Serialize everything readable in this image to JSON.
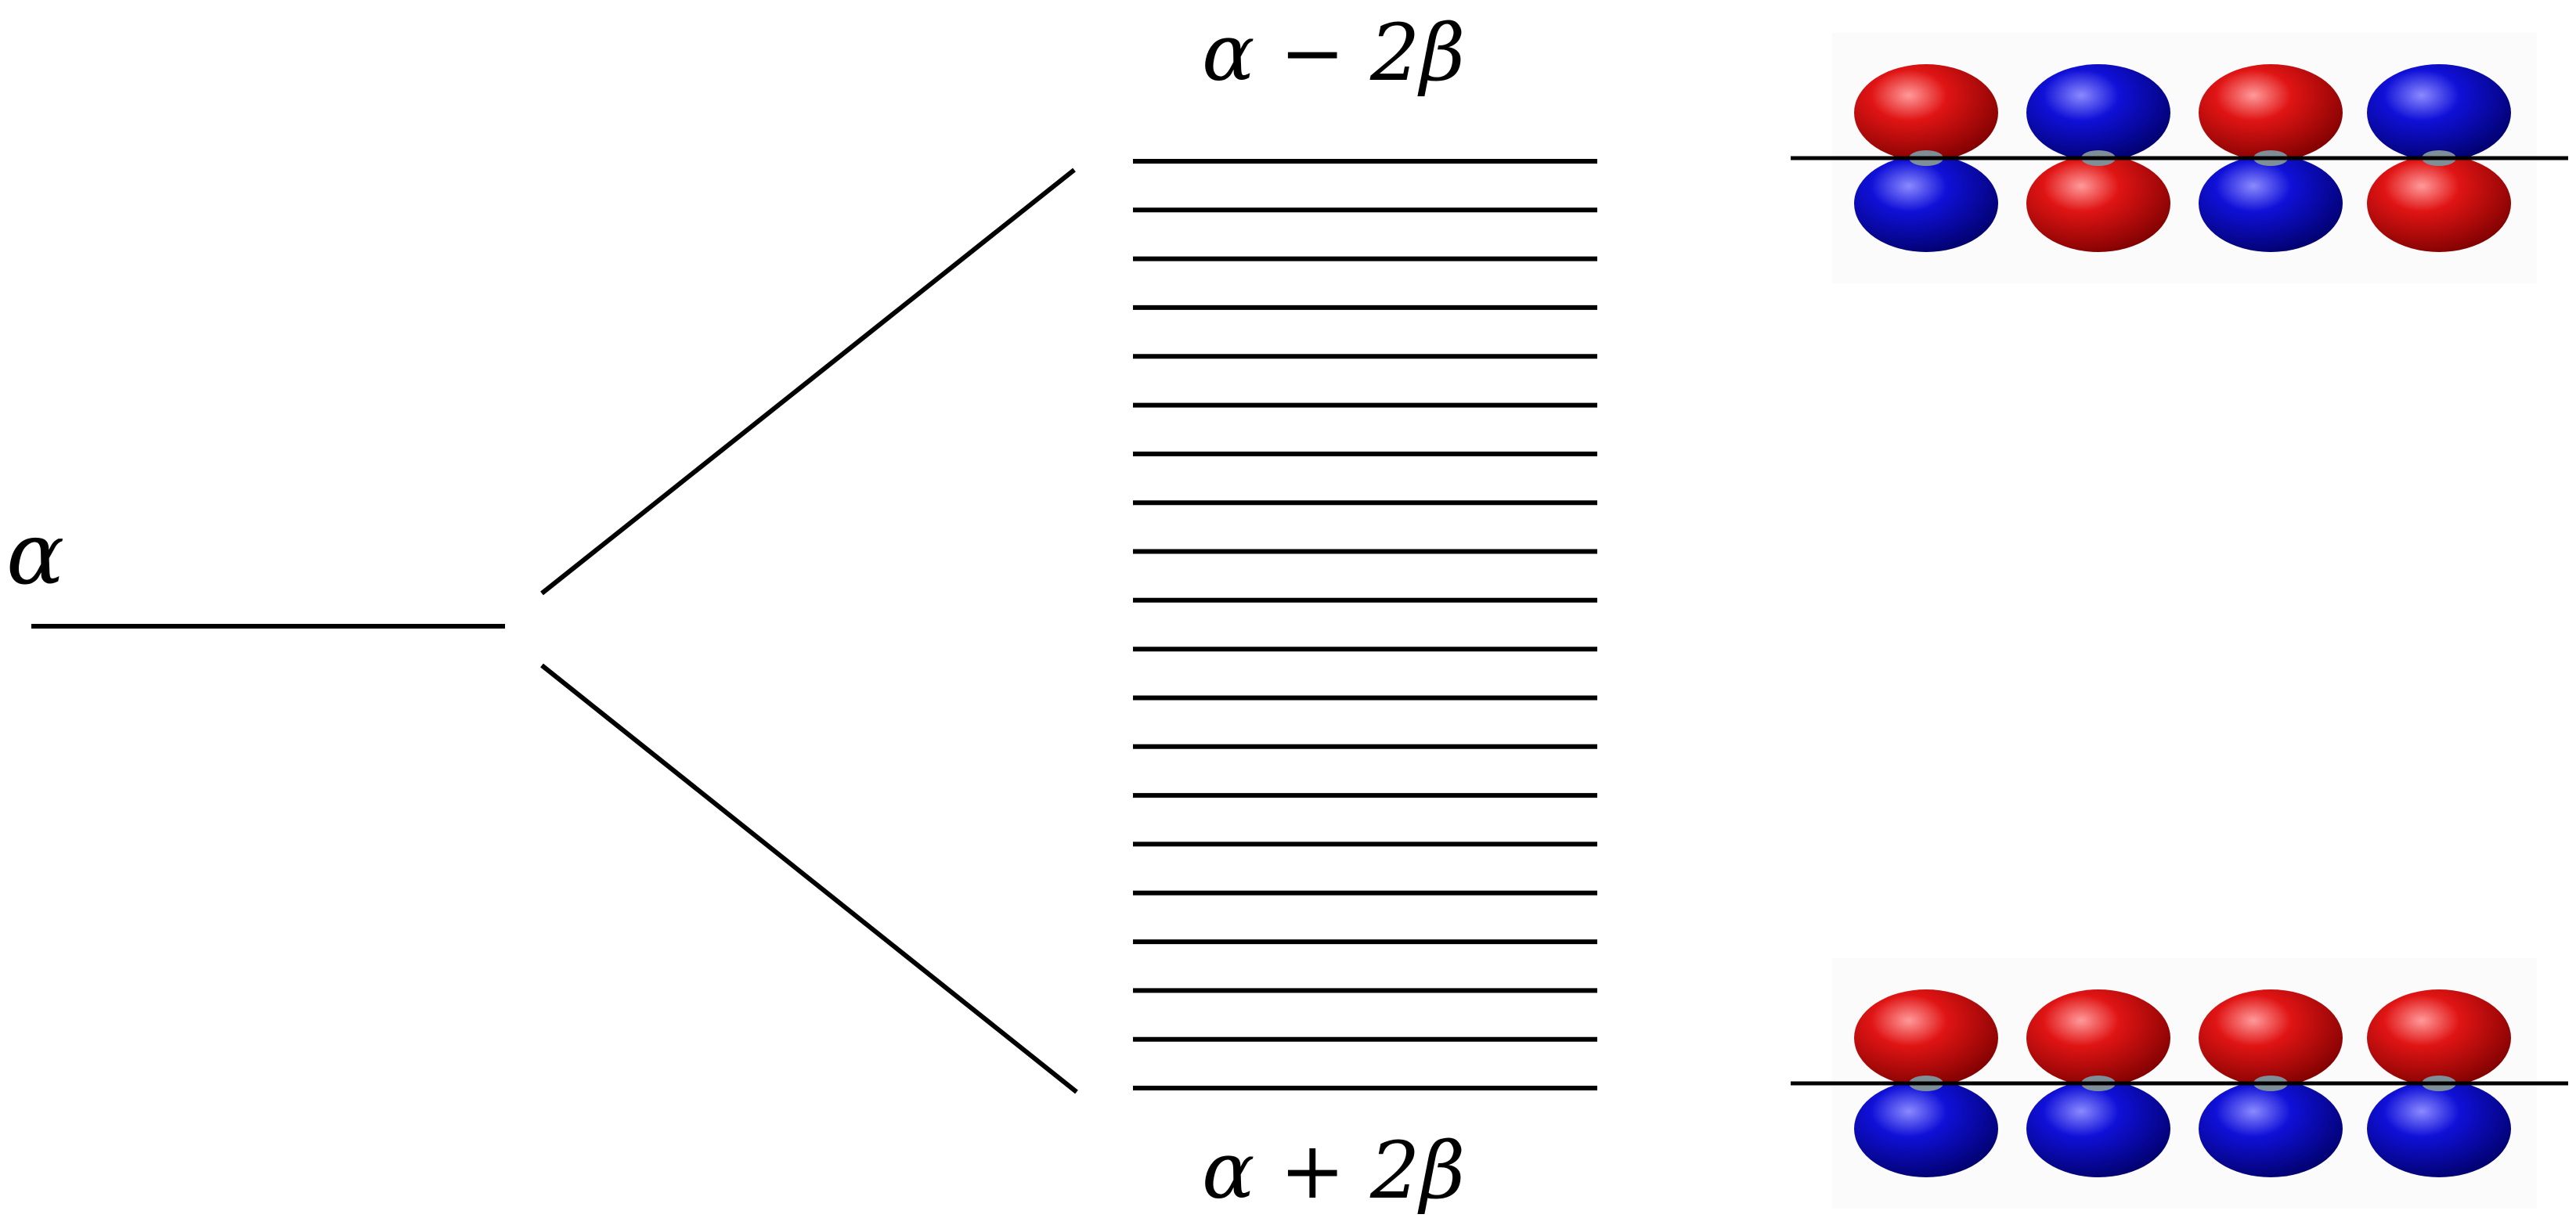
{
  "labels": {
    "atomic_level": "α",
    "top_band_edge": "α − 2β",
    "bottom_band_edge": "α + 2β"
  },
  "band": {
    "level_count": 20
  },
  "orbitals": {
    "top": {
      "upper_lobes": [
        "red",
        "blue",
        "red",
        "blue"
      ],
      "lower_lobes": [
        "blue",
        "red",
        "blue",
        "red"
      ]
    },
    "bottom": {
      "upper_lobes": [
        "red",
        "red",
        "red",
        "red"
      ],
      "lower_lobes": [
        "blue",
        "blue",
        "blue",
        "blue"
      ]
    }
  },
  "colors": {
    "red": "#d00000",
    "blue": "#0000cc"
  }
}
